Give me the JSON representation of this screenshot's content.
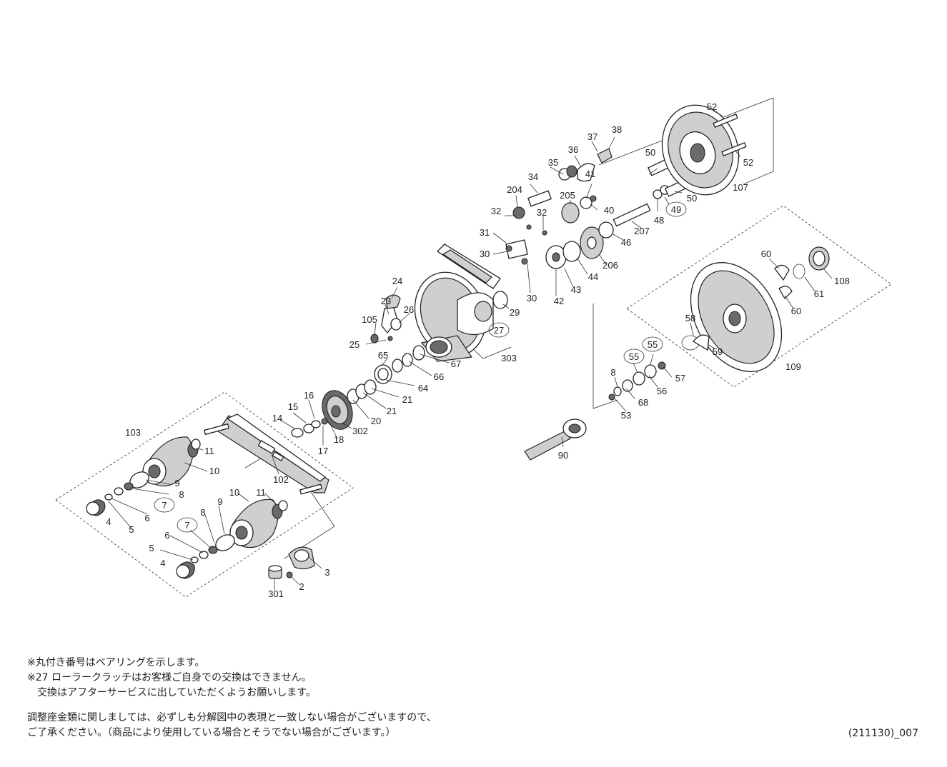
{
  "labels": {
    "p2": "2",
    "p3": "3",
    "p4a": "4",
    "p4b": "4",
    "p5a": "5",
    "p5b": "5",
    "p6a": "6",
    "p6b": "6",
    "p7a": "7",
    "p7b": "7",
    "p8a": "8",
    "p8b": "8",
    "p8c": "8",
    "p9a": "9",
    "p9b": "9",
    "p10a": "10",
    "p10b": "10",
    "p11a": "11",
    "p11b": "11",
    "p14": "14",
    "p15": "15",
    "p16": "16",
    "p17": "17",
    "p18": "18",
    "p20": "20",
    "p21a": "21",
    "p21b": "21",
    "p23": "23",
    "p24": "24",
    "p25": "25",
    "p26": "26",
    "p27": "27",
    "p29": "29",
    "p30a": "30",
    "p30b": "30",
    "p31": "31",
    "p32a": "32",
    "p32b": "32",
    "p34": "34",
    "p35": "35",
    "p36": "36",
    "p37": "37",
    "p38": "38",
    "p40": "40",
    "p41": "41",
    "p42": "42",
    "p43": "43",
    "p44": "44",
    "p46": "46",
    "p48": "48",
    "p49": "49",
    "p50a": "50",
    "p50b": "50",
    "p52a": "52",
    "p52b": "52",
    "p53": "53",
    "p55a": "55",
    "p55b": "55",
    "p56": "56",
    "p57": "57",
    "p58": "58",
    "p59": "59",
    "p60a": "60",
    "p60b": "60",
    "p61": "61",
    "p64": "64",
    "p65": "65",
    "p66": "66",
    "p67": "67",
    "p68": "68",
    "p90": "90",
    "p102": "102",
    "p103": "103",
    "p105": "105",
    "p107": "107",
    "p108": "108",
    "p109": "109",
    "p204": "204",
    "p205": "205",
    "p206": "206",
    "p207": "207",
    "p301": "301",
    "p302": "302",
    "p303": "303"
  },
  "notes": {
    "line1": "※丸付き番号はベアリングを示します。",
    "line2": "※27 ローラークラッチはお客様ご自身での交換はできません。",
    "line3": "　交換はアフターサービスに出していただくようお願いします。",
    "line4": "調整座金類に関しましては、必ずしも分解図中の表現と一致しない場合がございますので、",
    "line5": "ご了承ください。（商品により使用している場合とそうでない場合がございます。）"
  },
  "doc_code": "(211130)_007"
}
